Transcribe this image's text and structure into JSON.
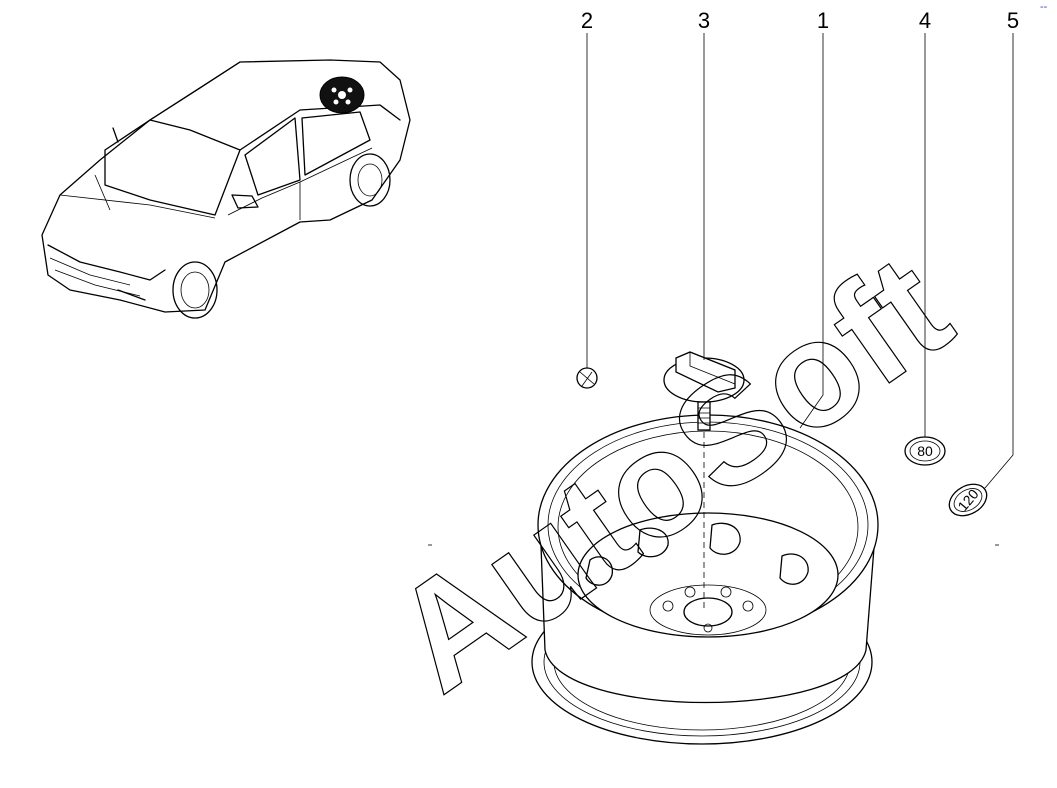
{
  "callouts": {
    "rim": "1",
    "valve": "2",
    "clamp": "3",
    "speed_sign_80": "4",
    "speed_sign_120": "5"
  },
  "signs": {
    "sign_80": "80",
    "sign_120": "120"
  },
  "watermark": "AutoSoft",
  "corner_mark": "--"
}
